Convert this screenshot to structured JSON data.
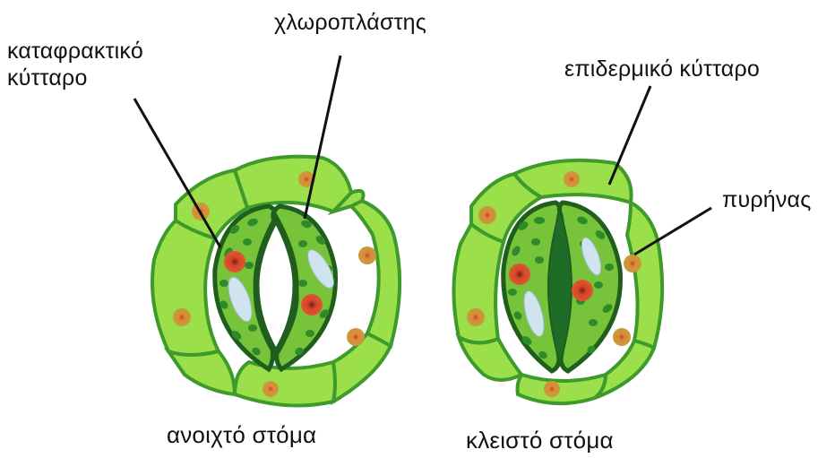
{
  "labels": {
    "guard_cell_line1": "καταφρακτικό",
    "guard_cell_line2": "κύτταρο",
    "chloroplast": "χλωροπλάστης",
    "epidermal_cell": "επιδερμικό κύτταρο",
    "nucleus": "πυρήνας"
  },
  "captions": {
    "open": "ανοιχτό στόμα",
    "closed": "κλειστό στόμα"
  },
  "colors": {
    "cell_fill": "#9be04a",
    "cell_outline": "#3f9a2c",
    "guard_fill": "#77c43b",
    "guard_outline": "#1f5e1c",
    "pore": "#ffffff",
    "chloroplast": "#2f8a2a",
    "vacuole": "#cfe4ef",
    "nucleus_epidermal": "#c99a3a",
    "nucleus_guard": "#d24a2a"
  }
}
